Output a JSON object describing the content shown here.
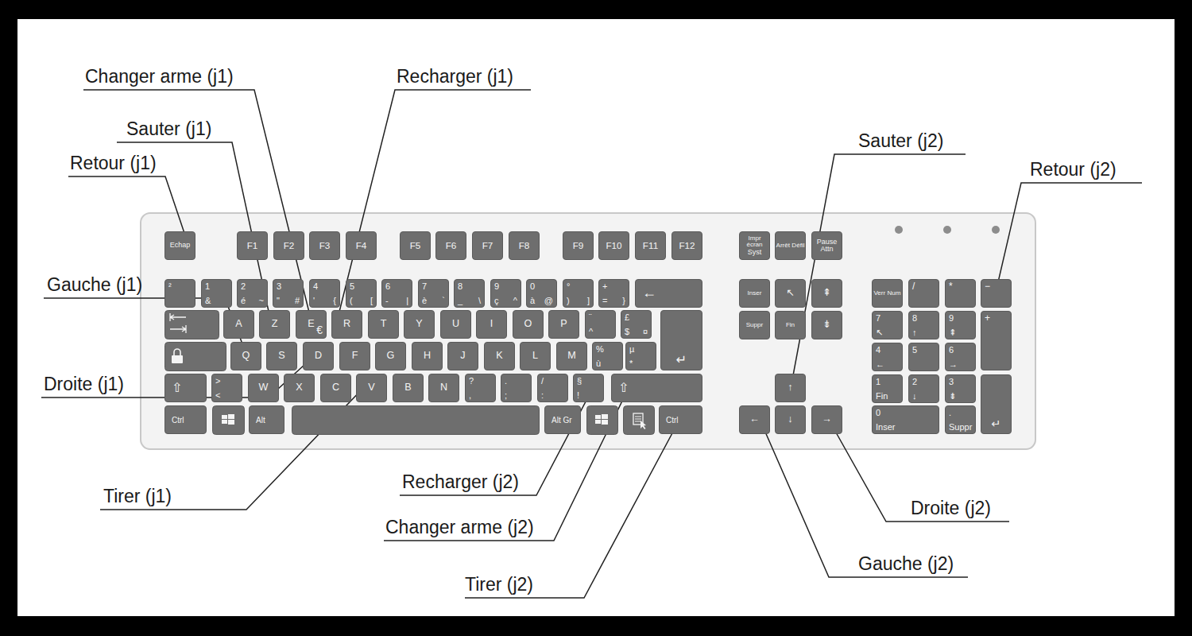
{
  "diagram": {
    "nodes": [
      {
        "text": [
          "Echap"
        ]
      },
      {
        "text": [
          "F1"
        ]
      },
      {
        "text": [
          "F2"
        ]
      },
      {
        "text": [
          "F3"
        ]
      },
      {
        "text": [
          "F4"
        ]
      },
      {
        "text": [
          "F5"
        ]
      },
      {
        "text": [
          "F6"
        ]
      },
      {
        "text": [
          "F7"
        ]
      },
      {
        "text": [
          "F8"
        ]
      },
      {
        "text": [
          "F9"
        ]
      },
      {
        "text": [
          "F10"
        ]
      },
      {
        "text": [
          "F11"
        ]
      },
      {
        "text": [
          "F12"
        ]
      },
      {
        "text": [
          "Impr écran",
          "Syst"
        ]
      },
      {
        "text": [
          "Arrêt Défil"
        ]
      },
      {
        "text": [
          "Pause",
          "Attn"
        ]
      },
      {
        "text": [
          "²"
        ]
      },
      {
        "text": [
          "1",
          "&"
        ]
      },
      {
        "text": [
          "2",
          "é",
          "~"
        ]
      },
      {
        "text": [
          "3",
          "\"",
          "#"
        ]
      },
      {
        "text": [
          "4",
          "'",
          "{"
        ]
      },
      {
        "text": [
          "5",
          "(",
          "["
        ]
      },
      {
        "text": [
          "6",
          "-",
          "|"
        ]
      },
      {
        "text": [
          "7",
          "è",
          "`"
        ]
      },
      {
        "text": [
          "8",
          "_",
          "\\"
        ]
      },
      {
        "text": [
          "9",
          "ç",
          "^"
        ]
      },
      {
        "text": [
          "0",
          "à",
          "@"
        ]
      },
      {
        "text": [
          "°",
          ")",
          "]"
        ]
      },
      {
        "text": [
          "+",
          "=",
          "}"
        ]
      },
      {
        "text": [
          "←"
        ]
      },
      {
        "text": [
          "Inser"
        ]
      },
      {
        "text": [
          "↖"
        ]
      },
      {
        "text": [
          "⇞"
        ]
      },
      {
        "text": [
          "Verr Num"
        ]
      },
      {
        "text": [
          "/"
        ]
      },
      {
        "text": [
          "*"
        ]
      },
      {
        "text": [
          "−"
        ]
      },
      {
        "text": [
          "A"
        ]
      },
      {
        "text": [
          "Z"
        ]
      },
      {
        "text": [
          "E",
          "€"
        ]
      },
      {
        "text": [
          "R"
        ]
      },
      {
        "text": [
          "T"
        ]
      },
      {
        "text": [
          "Y"
        ]
      },
      {
        "text": [
          "U"
        ]
      },
      {
        "text": [
          "I"
        ]
      },
      {
        "text": [
          "O"
        ]
      },
      {
        "text": [
          "P"
        ]
      },
      {
        "text": [
          "¨",
          "^"
        ]
      },
      {
        "text": [
          "£",
          "$",
          "¤"
        ]
      },
      {
        "text": [
          "Suppr"
        ]
      },
      {
        "text": [
          "Fin"
        ]
      },
      {
        "text": [
          "⇟"
        ]
      },
      {
        "text": [
          "7",
          "↖"
        ]
      },
      {
        "text": [
          "8",
          "↑"
        ]
      },
      {
        "text": [
          "9",
          "⇞"
        ]
      },
      {
        "text": [
          "+"
        ]
      },
      {
        "text": [
          "Q"
        ]
      },
      {
        "text": [
          "S"
        ]
      },
      {
        "text": [
          "D"
        ]
      },
      {
        "text": [
          "F"
        ]
      },
      {
        "text": [
          "G"
        ]
      },
      {
        "text": [
          "H"
        ]
      },
      {
        "text": [
          "J"
        ]
      },
      {
        "text": [
          "K"
        ]
      },
      {
        "text": [
          "L"
        ]
      },
      {
        "text": [
          "M"
        ]
      },
      {
        "text": [
          "%",
          "ù"
        ]
      },
      {
        "text": [
          "µ",
          "*"
        ]
      },
      {
        "text": [
          "↵"
        ]
      },
      {
        "text": [
          "4",
          "←"
        ]
      },
      {
        "text": [
          "5"
        ]
      },
      {
        "text": [
          "6",
          "→"
        ]
      },
      {
        "text": [
          "⇧"
        ]
      },
      {
        "text": [
          ">",
          "<"
        ]
      },
      {
        "text": [
          "W"
        ]
      },
      {
        "text": [
          "X"
        ]
      },
      {
        "text": [
          "C"
        ]
      },
      {
        "text": [
          "V"
        ]
      },
      {
        "text": [
          "B"
        ]
      },
      {
        "text": [
          "N"
        ]
      },
      {
        "text": [
          "?",
          ","
        ]
      },
      {
        "text": [
          ".",
          ";"
        ]
      },
      {
        "text": [
          "/",
          ":"
        ]
      },
      {
        "text": [
          "§",
          "!"
        ]
      },
      {
        "text": [
          "⇧"
        ]
      },
      {
        "text": [
          "↑"
        ]
      },
      {
        "text": [
          "1",
          "Fin"
        ]
      },
      {
        "text": [
          "2",
          "↓"
        ]
      },
      {
        "text": [
          "3",
          "⇟"
        ]
      },
      {
        "text": [
          "↵"
        ]
      },
      {
        "text": [
          "Ctrl"
        ]
      },
      {
        "text": [
          "Alt"
        ]
      },
      {
        "text": [
          "Alt Gr"
        ]
      },
      {
        "text": [
          "Ctrl"
        ]
      },
      {
        "text": [
          "←"
        ]
      },
      {
        "text": [
          "↓"
        ]
      },
      {
        "text": [
          "→"
        ]
      },
      {
        "text": [
          "0",
          "Inser"
        ]
      },
      {
        "text": [
          ".",
          "Suppr"
        ]
      }
    ],
    "labels": [
      "Changer arme (j1)",
      "Recharger (j1)",
      "Sauter (j1)",
      "Sauter (j2)",
      "Retour (j1)",
      "Retour (j2)",
      "Gauche (j1)",
      "Droite (j1)",
      "Recharger (j2)",
      "Tirer (j1)",
      "Droite (j2)",
      "Changer arme (j2)",
      "Gauche (j2)",
      "Tirer (j2)"
    ]
  }
}
